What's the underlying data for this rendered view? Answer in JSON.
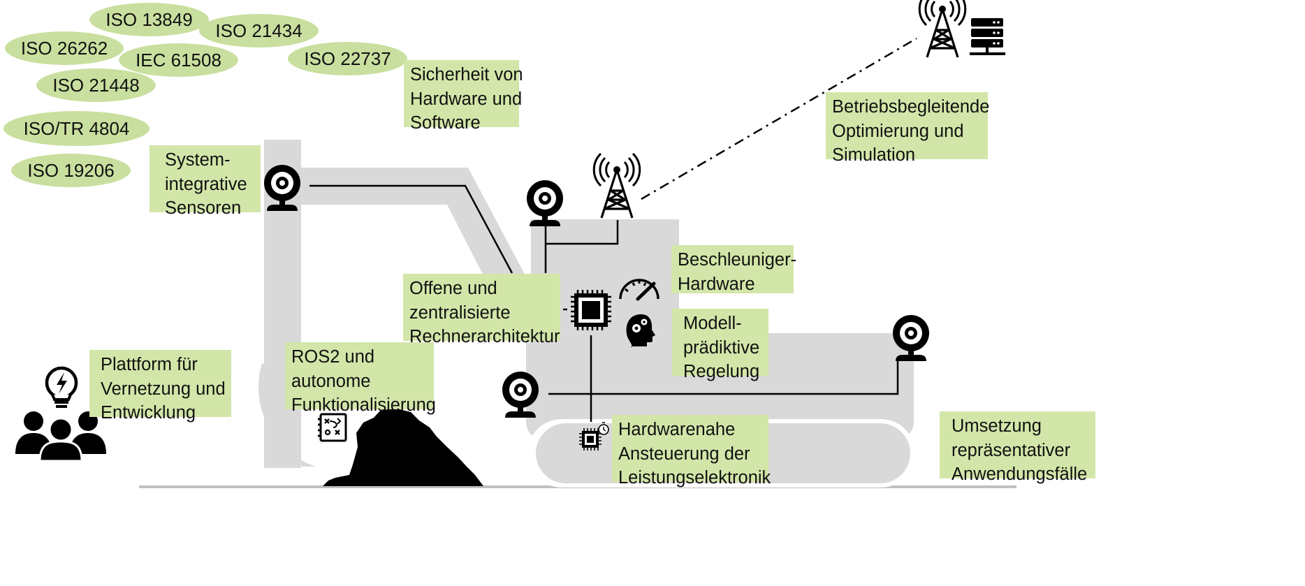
{
  "colors": {
    "ellipse": "#c9df9f",
    "label_box": "#d3e6a9",
    "machine": "#d9d9d9",
    "icon": "#000000",
    "line": "#000000"
  },
  "standards": [
    "ISO 13849",
    "ISO 21434",
    "ISO 26262",
    "IEC 61508",
    "ISO 22737",
    "ISO 21448",
    "ISO/TR 4804",
    "ISO 19206"
  ],
  "labels": {
    "safety": [
      "Sicherheit von",
      "Hardware und",
      "Software"
    ],
    "operation": [
      "Betriebsbegleitende",
      "Optimierung und",
      "Simulation"
    ],
    "sensors": [
      "System-",
      "integrative",
      "Sensoren"
    ],
    "accelerator": [
      "Beschleuniger-",
      "Hardware"
    ],
    "architecture": [
      "Offene und",
      "zentralisierte",
      "Rechnerarchitektur"
    ],
    "mpc": [
      "Modell-",
      "prädiktive",
      "Regelung"
    ],
    "platform": [
      "Plattform für",
      "Vernetzung und",
      "Entwicklung"
    ],
    "ros": [
      "ROS2 und",
      "autonome",
      "Funktionalisierung"
    ],
    "hardware_control": [
      "Hardwarenahe",
      "Ansteuerung der",
      "Leistungselektronik"
    ],
    "use_cases": [
      "Umsetzung",
      "repräsentativer",
      "Anwendungsfälle"
    ]
  },
  "icons": {
    "antenna_top": "radio-tower-icon",
    "server": "server-icon",
    "antenna_cab": "radio-tower-icon",
    "webcam": "webcam-icon",
    "cpu": "cpu-chip-icon",
    "speedometer": "speedometer-icon",
    "head_gears": "head-gears-icon",
    "route_plan": "route-planning-icon",
    "timer_chip": "timer-chip-icon",
    "bulb": "lightbulb-icon",
    "people": "people-group-icon"
  }
}
